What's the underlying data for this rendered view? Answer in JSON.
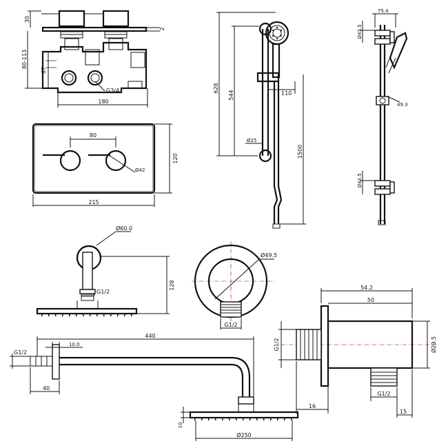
{
  "valve": {
    "dim_top": "30",
    "dim_body": "80-113",
    "dim_inner": "67",
    "dim_gap": "2",
    "dim_thread": "G3/4",
    "dim_width": "180"
  },
  "plate": {
    "dim_spacing": "80",
    "dim_width": "215",
    "dim_height": "120",
    "dim_knob": "Ø42"
  },
  "rail": {
    "dim_total": "628",
    "dim_bar": "544",
    "dim_hose": "1500",
    "dim_offset": "110",
    "dim_dia": "Ø25"
  },
  "rail_side": {
    "dim_depth": "75.4",
    "dim_bracket_top": "Ø43.5",
    "dim_bracket_bottom": "Ø43.5",
    "dim_handle": "49.3"
  },
  "arm_ceiling": {
    "dim_rose": "Ø60.0",
    "dim_height": "128",
    "dim_thread": "G1/2"
  },
  "outlet_front": {
    "dim_dia": "Ø49.5",
    "dim_thread": "G1/2"
  },
  "outlet_side": {
    "dim_total": "54.2",
    "dim_body": "50",
    "dim_thread_left": "G1/2",
    "dim_dia": "Ø29.5",
    "dim_thread_bottom": "G1/2",
    "dim_offset": "16",
    "dim_outlet": "15"
  },
  "arm_wall": {
    "dim_length": "440",
    "dim_flange": "10.0",
    "dim_thread": "G1/2",
    "dim_spigot": "40",
    "dim_head_height": "10",
    "dim_head_dia": "Ø250"
  }
}
